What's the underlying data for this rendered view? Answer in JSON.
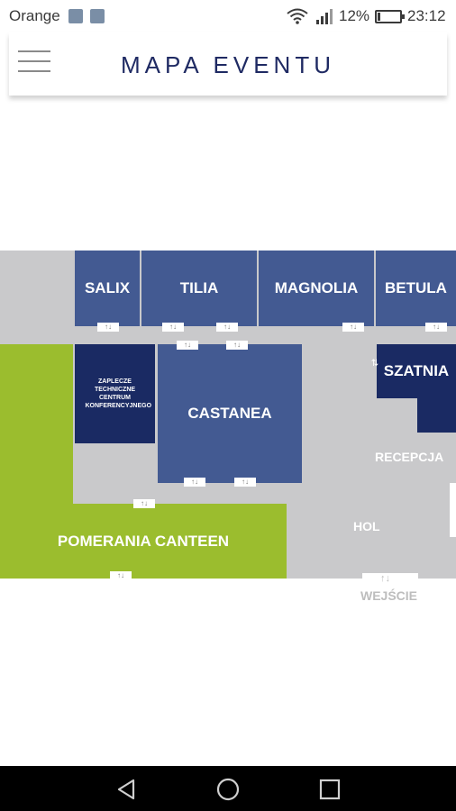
{
  "status_bar": {
    "carrier": "Orange",
    "battery_percent": "12%",
    "battery_level": 0.12,
    "time": "23:12",
    "icons": [
      "gallery-notification-icon",
      "image-notification-icon",
      "wifi-icon",
      "signal-icon",
      "battery-icon"
    ]
  },
  "header": {
    "menu_icon": "hamburger-menu-icon",
    "title": "MAPA EVENTU"
  },
  "map": {
    "rooms": {
      "salix": "SALIX",
      "tilia": "TILIA",
      "magnolia": "MAGNOLIA",
      "betula": "BETULA",
      "castanea": "CASTANEA",
      "szatnia": "SZATNIA",
      "zaplecze": "ZAPLECZE TECHNICZNE CENTRUM KONFERENCYJNEGO",
      "pomerania": "POMERANIA CANTEEN"
    },
    "areas": {
      "recepcja": "RECEPCJA",
      "hol": "HOL",
      "wejscie": "WEJŚCIE"
    },
    "door_symbol": "↑↓",
    "door_icon": "door-arrows-icon"
  },
  "colors": {
    "room_blue": "#435a92",
    "room_dark": "#1a2a63",
    "canteen_green": "#9bbd2e",
    "corridor_grey": "#c9c9cb",
    "title_navy": "#1f2a63"
  },
  "nav_bar": {
    "icons": [
      "back-triangle-icon",
      "home-circle-icon",
      "recents-square-icon"
    ]
  }
}
